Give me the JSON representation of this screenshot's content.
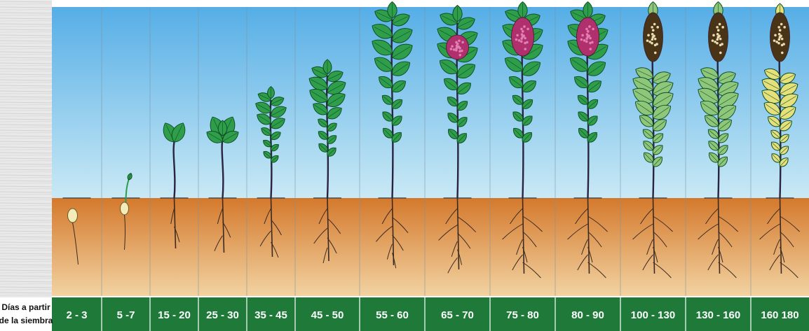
{
  "axis_label_line1": "Días a partir",
  "axis_label_line2": "de la siembra",
  "stages": [
    {
      "label": "2 - 3",
      "growth": 0
    },
    {
      "label": "5 -7",
      "growth": 1
    },
    {
      "label": "15 - 20",
      "growth": 2
    },
    {
      "label": "25 - 30",
      "growth": 3
    },
    {
      "label": "35 - 45",
      "growth": 4
    },
    {
      "label": "45 - 50",
      "growth": 5
    },
    {
      "label": "55 - 60",
      "growth": 6
    },
    {
      "label": "65 - 70",
      "growth": 7
    },
    {
      "label": "75 - 80",
      "growth": 8
    },
    {
      "label": "80 - 90",
      "growth": 9
    },
    {
      "label": "100 - 130",
      "growth": 10
    },
    {
      "label": "130 - 160",
      "growth": 11
    },
    {
      "label": "160 180",
      "growth": 12
    }
  ],
  "colors": {
    "sky_top": "#56aee6",
    "sky_bottom": "#c9e9f5",
    "soil_top": "#d4792c",
    "soil_bottom": "#f2d3a2",
    "bar": "#1f7a3a",
    "leaf": "#2e9e4a",
    "leaf_dark": "#0f4d24",
    "leaf_yellow": "#e6e07a",
    "stem": "#2b2440",
    "flower_pink": "#b0306e",
    "flower_brown": "#4a3418",
    "root": "#3b2a22",
    "seed": "#f3ecb8"
  }
}
